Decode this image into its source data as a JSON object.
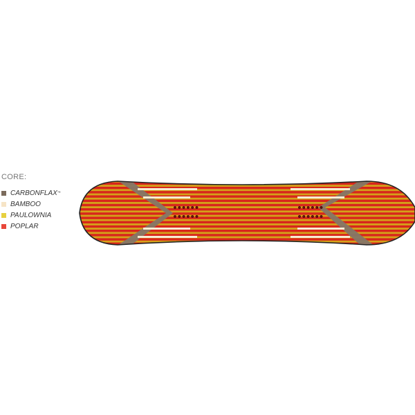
{
  "legend": {
    "title": "CORE:",
    "items": [
      {
        "label": "CARBONFLAX",
        "mark": "™",
        "color": "#7b6b5c"
      },
      {
        "label": "BAMBOO",
        "color": "#f6e4c6"
      },
      {
        "label": "PAULOWNIA",
        "color": "#e6d040"
      },
      {
        "label": "POPLAR",
        "color": "#e8473a"
      }
    ]
  },
  "board": {
    "poplar_color": "#d8261c",
    "paulownia_color": "#d4a21a",
    "carbonflax_color": "#857868",
    "bamboo_color": "#f8ecd2",
    "outline_color": "#222222"
  }
}
